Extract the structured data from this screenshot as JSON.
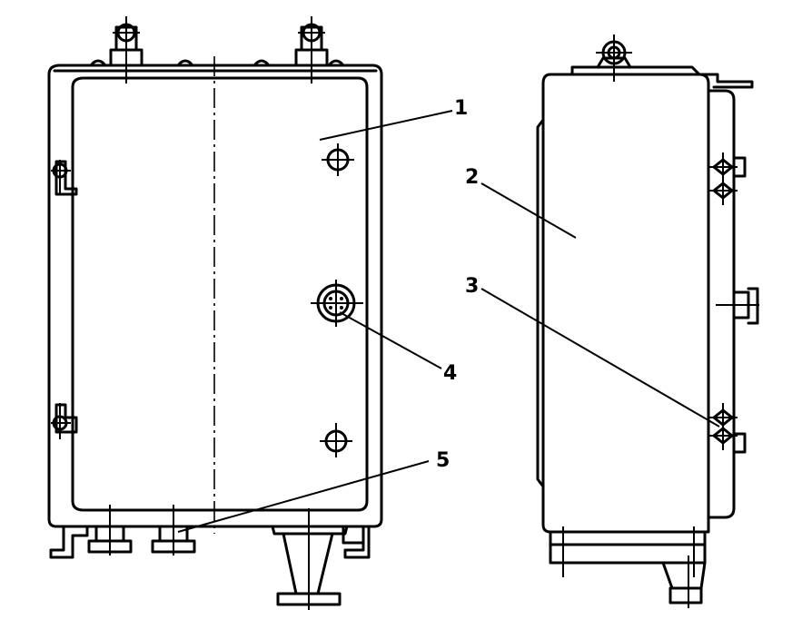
{
  "callouts": {
    "front_cover": "1",
    "side_body": "2",
    "side_fastener": "3",
    "front_round_port": "4",
    "bottom_fitting": "5"
  }
}
